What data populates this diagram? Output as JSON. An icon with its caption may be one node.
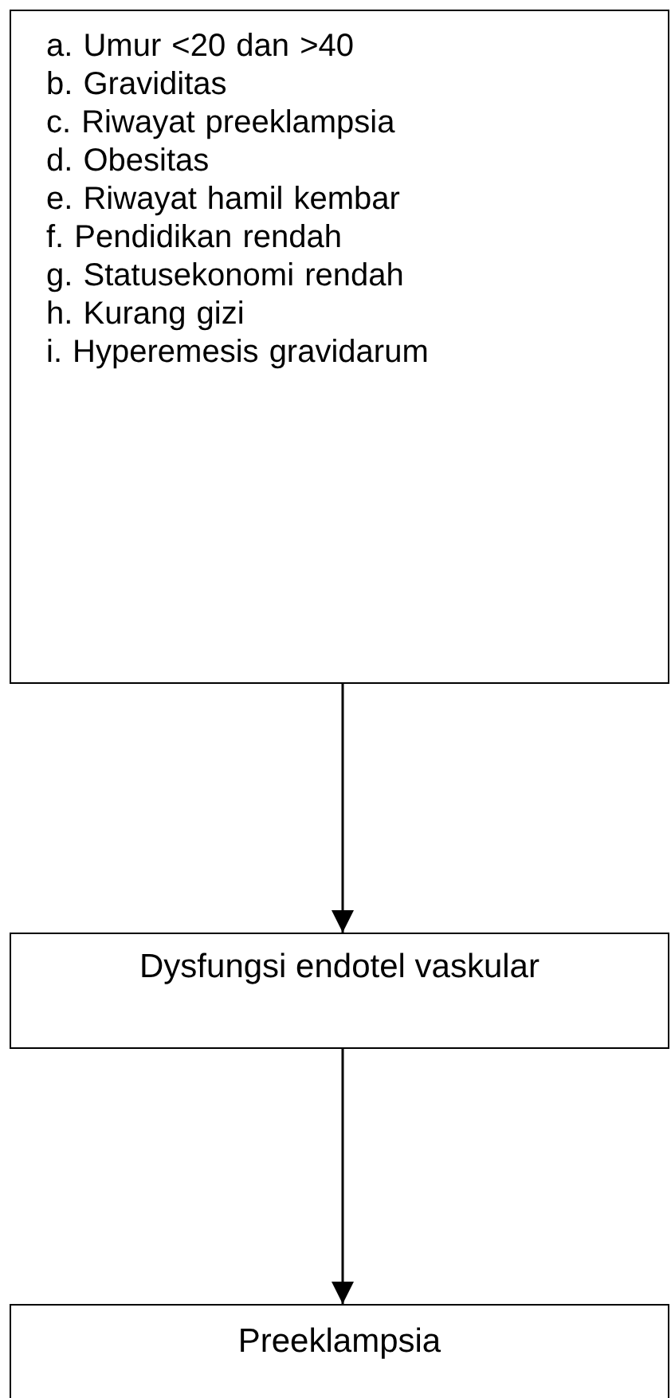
{
  "diagram": {
    "nodes": [
      {
        "text": [
          "a. Umur <20 dan >40",
          "b. Graviditas",
          "c. Riwayat preeklampsia",
          "d. Obesitas",
          "e. Riwayat hamil kembar",
          "f. Pendidikan rendah",
          "g. Statusekonomi rendah",
          "h. Kurang gizi",
          "i. Hyperemesis gravidarum"
        ]
      },
      {
        "text": [
          "Dysfungsi endotel vaskular"
        ]
      },
      {
        "text": [
          "Preeklampsia"
        ]
      }
    ],
    "edges": [
      {
        "from": 0,
        "to": 1,
        "arrow": "to"
      },
      {
        "from": 1,
        "to": 2,
        "arrow": "to"
      }
    ]
  }
}
